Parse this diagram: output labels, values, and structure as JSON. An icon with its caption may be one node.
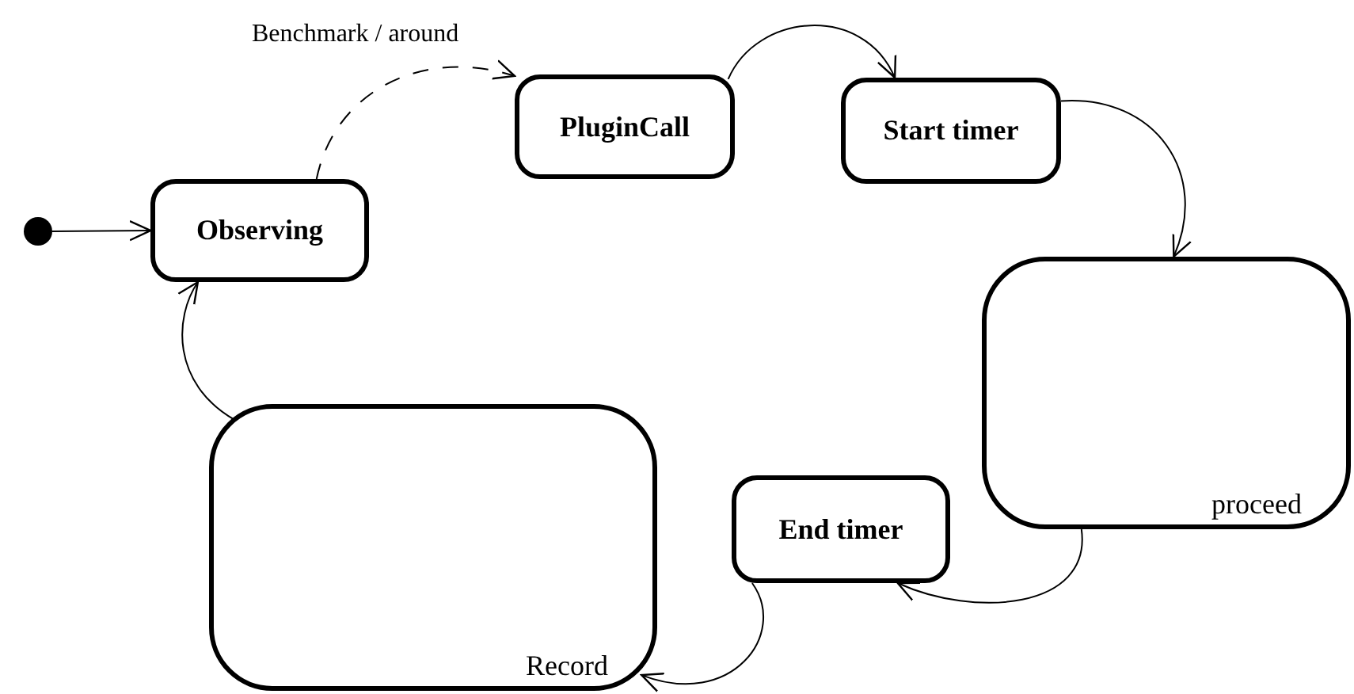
{
  "diagram": {
    "nodes": [
      {
        "text": [],
        "shape": "circle"
      },
      {
        "text": [
          "Observing"
        ]
      },
      {
        "text": [
          "PluginCall"
        ]
      },
      {
        "text": [
          "Start timer"
        ]
      },
      {
        "text": [
          "proceed"
        ]
      },
      {
        "text": [
          "End timer"
        ]
      },
      {
        "text": [
          "Record"
        ]
      }
    ],
    "edges": [
      {
        "from": 0,
        "to": 1,
        "arrow": "to"
      },
      {
        "from": 1,
        "to": 2,
        "arrow": "to",
        "label": "Benchmark / around",
        "style": "dashed"
      },
      {
        "from": 2,
        "to": 3,
        "arrow": "to"
      },
      {
        "from": 3,
        "to": 4,
        "arrow": "to"
      },
      {
        "from": 4,
        "to": 5,
        "arrow": "to"
      },
      {
        "from": 5,
        "to": 6,
        "arrow": "to"
      },
      {
        "from": 6,
        "to": 1,
        "arrow": "to"
      }
    ]
  }
}
